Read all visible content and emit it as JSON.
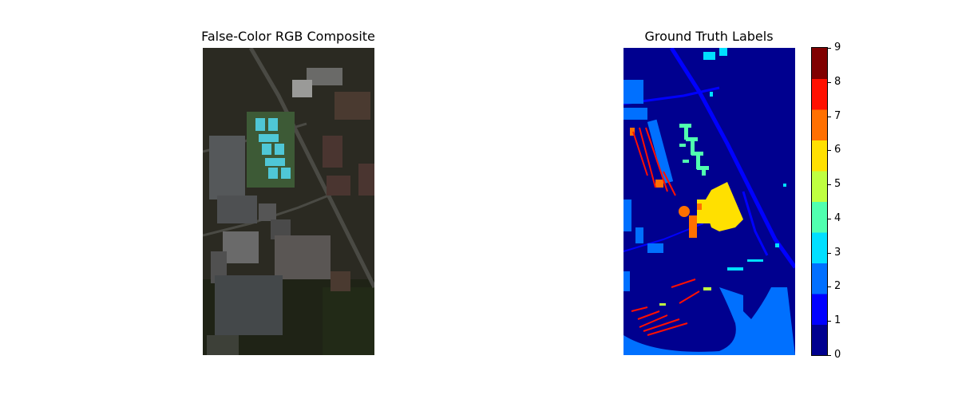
{
  "left_panel": {
    "title": "False-Color RGB Composite"
  },
  "right_panel": {
    "title": "Ground Truth Labels"
  },
  "colorbar": {
    "ticks": [
      "0",
      "1",
      "2",
      "3",
      "4",
      "5",
      "6",
      "7",
      "8",
      "9"
    ],
    "colors": [
      "#00008f",
      "#0000ff",
      "#0070ff",
      "#00dfff",
      "#50ffaf",
      "#bfff40",
      "#ffe000",
      "#ff7000",
      "#ff1000",
      "#800000"
    ]
  }
}
